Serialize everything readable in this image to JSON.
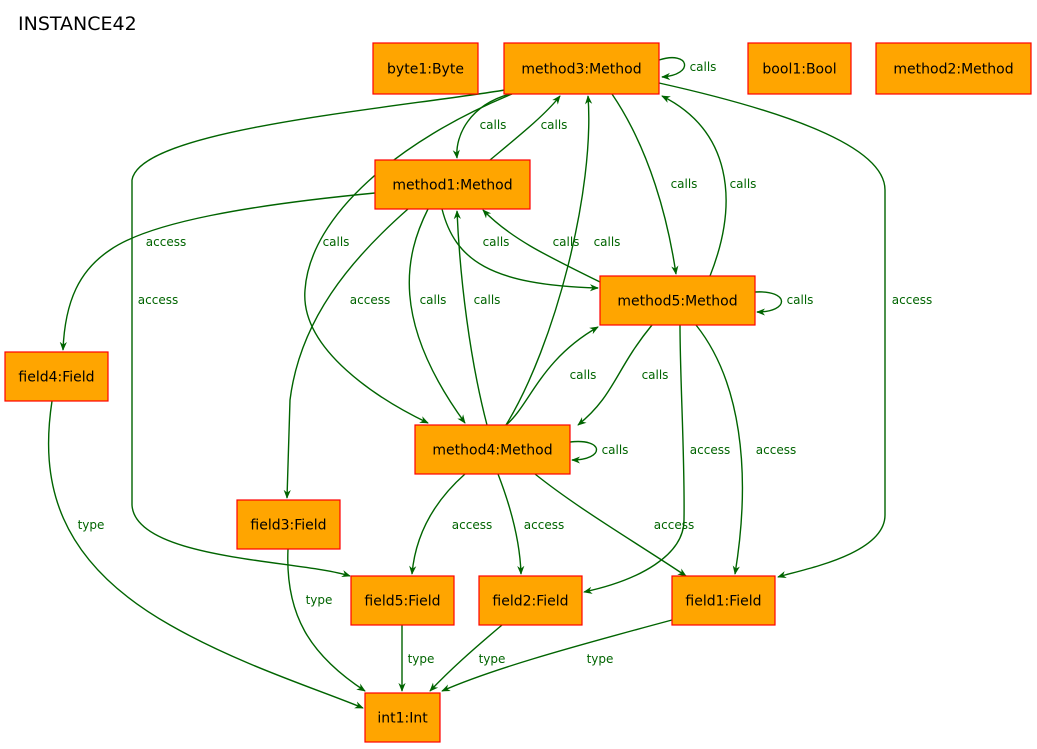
{
  "title": "INSTANCE42",
  "colors": {
    "node_fill": "#ffa500",
    "node_border": "#ff0000",
    "edge": "#006400",
    "edge_label": "#006400",
    "background": "#ffffff"
  },
  "nodes": [
    {
      "id": "byte1",
      "label": "byte1:Byte"
    },
    {
      "id": "method3",
      "label": "method3:Method"
    },
    {
      "id": "bool1",
      "label": "bool1:Bool"
    },
    {
      "id": "method2",
      "label": "method2:Method"
    },
    {
      "id": "method1",
      "label": "method1:Method"
    },
    {
      "id": "method5",
      "label": "method5:Method"
    },
    {
      "id": "field4",
      "label": "field4:Field"
    },
    {
      "id": "method4",
      "label": "method4:Method"
    },
    {
      "id": "field3",
      "label": "field3:Field"
    },
    {
      "id": "field5",
      "label": "field5:Field"
    },
    {
      "id": "field2",
      "label": "field2:Field"
    },
    {
      "id": "field1",
      "label": "field1:Field"
    },
    {
      "id": "int1",
      "label": "int1:Int"
    }
  ],
  "edges": [
    {
      "id": "e01",
      "from": "method3",
      "to": "method3",
      "label": "calls"
    },
    {
      "id": "e02",
      "from": "method3",
      "to": "method1",
      "label": "calls"
    },
    {
      "id": "e03",
      "from": "method1",
      "to": "method3",
      "label": "calls"
    },
    {
      "id": "e04",
      "from": "method3",
      "to": "method5",
      "label": "calls"
    },
    {
      "id": "e05",
      "from": "method5",
      "to": "method3",
      "label": "calls"
    },
    {
      "id": "e06",
      "from": "method3",
      "to": "method4",
      "label": "calls"
    },
    {
      "id": "e07",
      "from": "method4",
      "to": "method3",
      "label": "calls"
    },
    {
      "id": "e08",
      "from": "method3",
      "to": "field5",
      "label": "access"
    },
    {
      "id": "e09",
      "from": "method3",
      "to": "field1",
      "label": "access"
    },
    {
      "id": "e10",
      "from": "method1",
      "to": "field4",
      "label": "access"
    },
    {
      "id": "e11",
      "from": "method1",
      "to": "field3",
      "label": "access"
    },
    {
      "id": "e12",
      "from": "method1",
      "to": "method5",
      "label": "calls"
    },
    {
      "id": "e13",
      "from": "method5",
      "to": "method1",
      "label": "calls"
    },
    {
      "id": "e14",
      "from": "method1",
      "to": "method4",
      "label": "calls"
    },
    {
      "id": "e15",
      "from": "method4",
      "to": "method1",
      "label": "calls"
    },
    {
      "id": "e16",
      "from": "method5",
      "to": "method5",
      "label": "calls"
    },
    {
      "id": "e17",
      "from": "method5",
      "to": "method4",
      "label": "calls"
    },
    {
      "id": "e18",
      "from": "method4",
      "to": "method5",
      "label": "calls"
    },
    {
      "id": "e19",
      "from": "method5",
      "to": "field2",
      "label": "access"
    },
    {
      "id": "e20",
      "from": "method5",
      "to": "field1",
      "label": "access"
    },
    {
      "id": "e21",
      "from": "method4",
      "to": "method4",
      "label": "calls"
    },
    {
      "id": "e22",
      "from": "method4",
      "to": "field5",
      "label": "access"
    },
    {
      "id": "e23",
      "from": "method4",
      "to": "field2",
      "label": "access"
    },
    {
      "id": "e24",
      "from": "method4",
      "to": "field1",
      "label": "access"
    },
    {
      "id": "e25",
      "from": "field4",
      "to": "int1",
      "label": "type"
    },
    {
      "id": "e26",
      "from": "field3",
      "to": "int1",
      "label": "type"
    },
    {
      "id": "e27",
      "from": "field5",
      "to": "int1",
      "label": "type"
    },
    {
      "id": "e28",
      "from": "field2",
      "to": "int1",
      "label": "type"
    },
    {
      "id": "e29",
      "from": "field1",
      "to": "int1",
      "label": "type"
    }
  ]
}
